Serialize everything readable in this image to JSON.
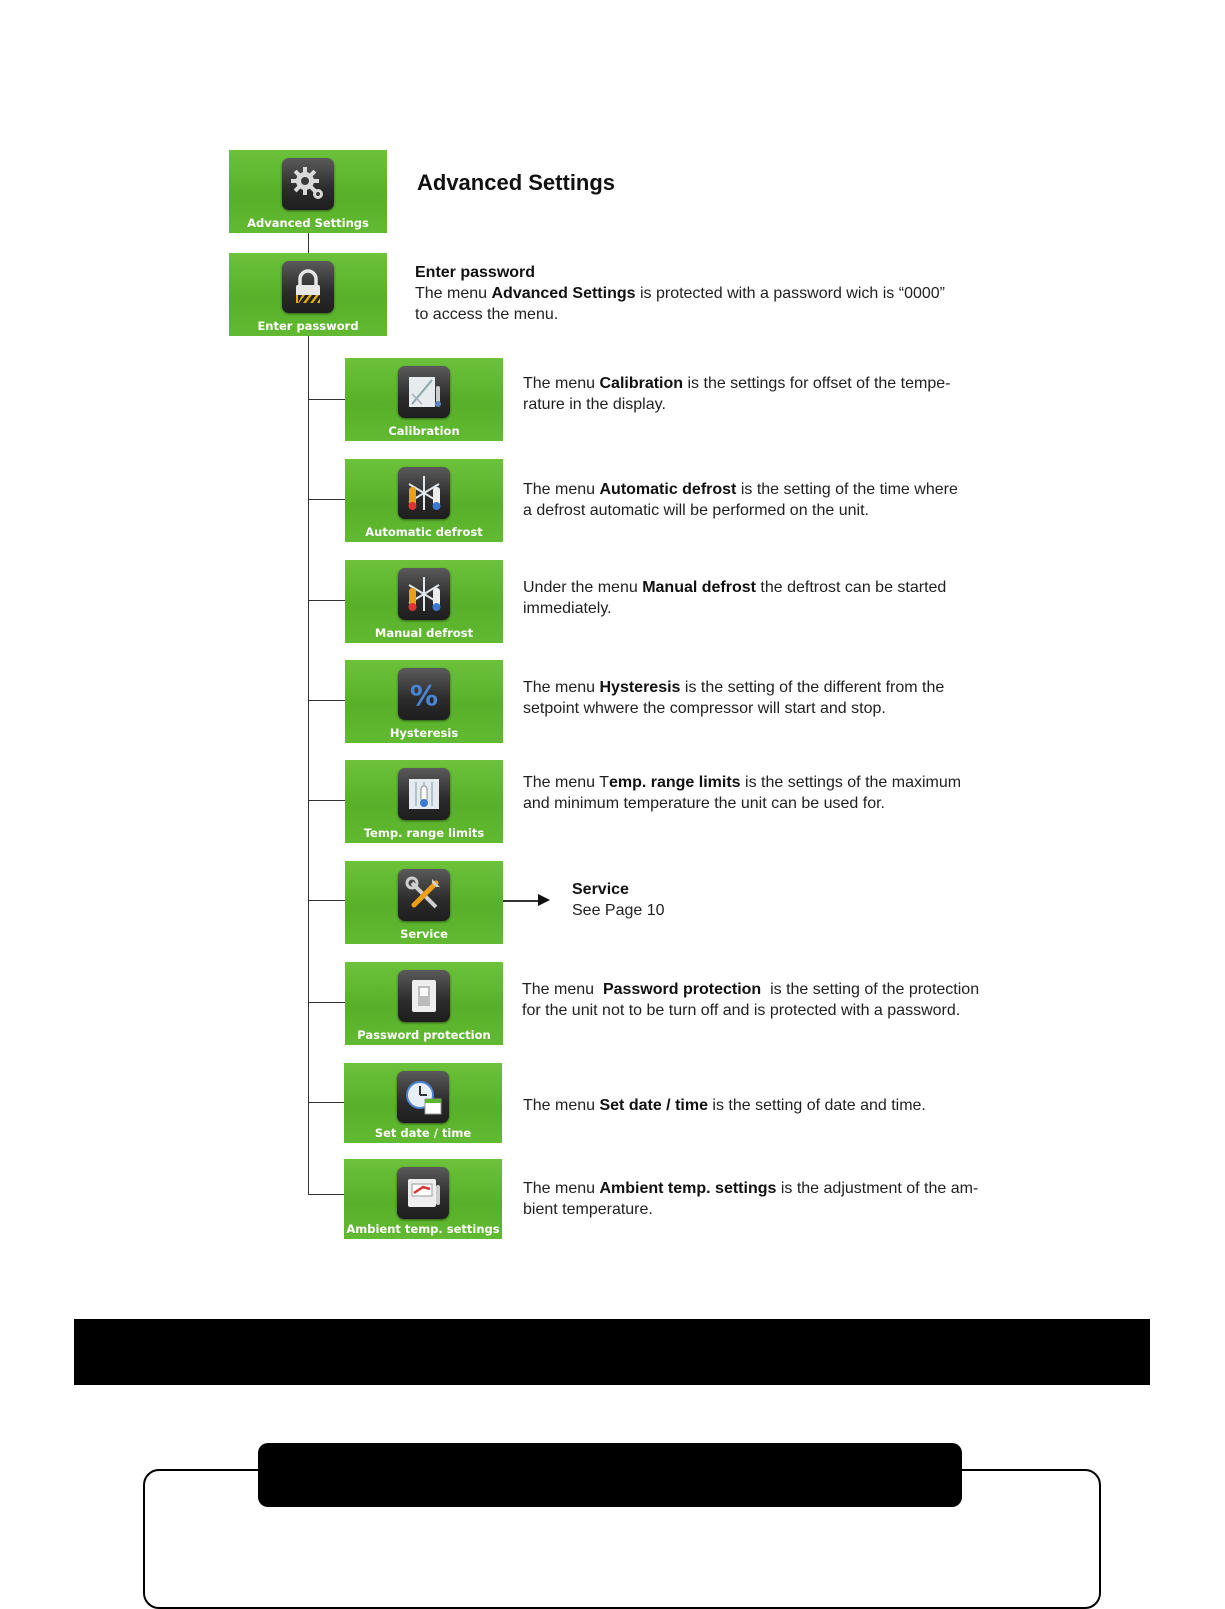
{
  "page_title": "Advanced Settings",
  "colors": {
    "tile_green": "#5cb52e",
    "icon_dark": "#2b2b2b",
    "bar": "#000000"
  },
  "tiles": {
    "advanced": {
      "label": "Advanced Settings",
      "icon": "gear-icon"
    },
    "password": {
      "label": "Enter password",
      "icon": "lock-icon"
    },
    "calibration": {
      "label": "Calibration",
      "icon": "calibration-icon"
    },
    "auto_defrost": {
      "label": "Automatic defrost",
      "icon": "defrost-icon"
    },
    "manual_defrost": {
      "label": "Manual defrost",
      "icon": "defrost-icon"
    },
    "hysteresis": {
      "label": "Hysteresis",
      "icon": "percent-icon"
    },
    "temp_range": {
      "label": "Temp. range limits",
      "icon": "thermometer-icon"
    },
    "service": {
      "label": "Service",
      "icon": "tools-icon"
    },
    "pw_protection": {
      "label": "Password protection",
      "icon": "switch-icon"
    },
    "date_time": {
      "label": "Set date / time",
      "icon": "clock-icon"
    },
    "ambient": {
      "label": "Ambient temp. settings",
      "icon": "gauge-icon"
    }
  },
  "descriptions": {
    "password": {
      "heading": "Enter password",
      "pre": "The menu ",
      "bold": "Advanced Settings",
      "post": " is protected with a password wich is “0000”",
      "line2": "to access the menu."
    },
    "calibration": {
      "pre": "The menu ",
      "bold": "Calibration",
      "post": " is the settings for offset of the tempe-",
      "line2": "rature in the display."
    },
    "auto_defrost": {
      "pre": "The menu ",
      "bold": "Automatic defrost",
      "post": " is the setting of the time where",
      "line2": "a defrost automatic will be performed on the unit."
    },
    "manual_defrost": {
      "pre": "Under the menu ",
      "bold": "Manual defrost",
      "post": " the deftrost can be started",
      "line2": "immediately."
    },
    "hysteresis": {
      "pre": "The menu ",
      "bold": "Hysteresis",
      "post": " is the setting of the different from the",
      "line2": "setpoint whwere the compressor will start and stop."
    },
    "temp_range": {
      "pre": "The menu T",
      "bold": "emp. range limits",
      "post": " is the settings of the maximum",
      "line2": "and minimum temperature the unit can be used for."
    },
    "service": {
      "heading": "Service",
      "line2": "See Page 10"
    },
    "pw_protection": {
      "pre": "The menu  ",
      "bold": "Password protection",
      "post": "  is the setting of the protection",
      "line2": "for the unit not to be turn off and is protected with a password."
    },
    "date_time": {
      "pre": "The menu ",
      "bold": "Set date / time",
      "post": " is the setting of date and time."
    },
    "ambient": {
      "pre": "The menu ",
      "bold": "Ambient temp. settings",
      "post": " is the adjustment of the am-",
      "line2": "bient temperature."
    }
  }
}
